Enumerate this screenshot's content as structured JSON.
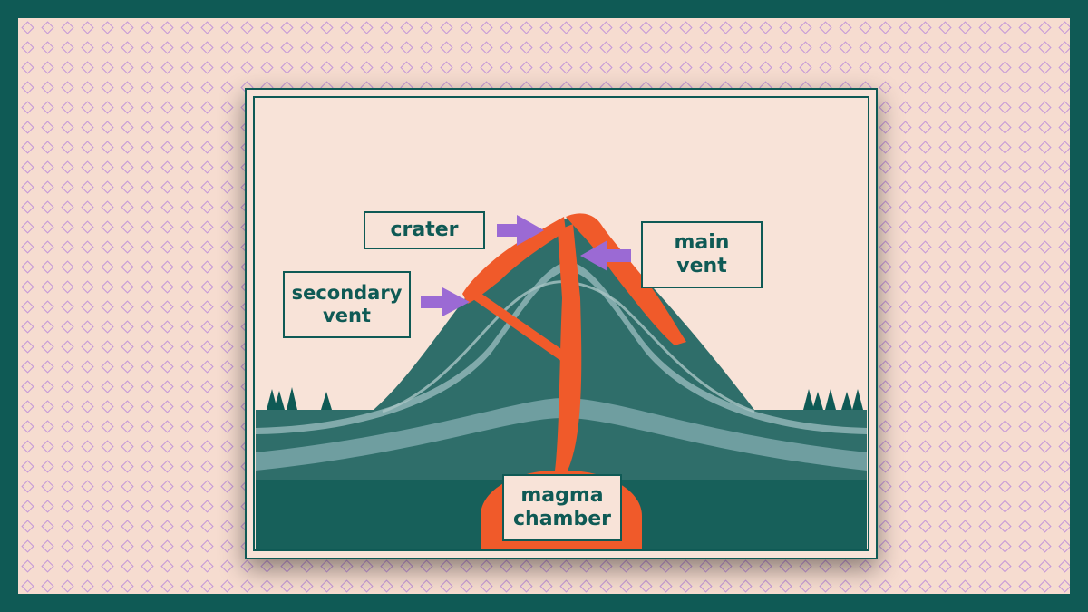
{
  "labels": {
    "crater": "crater",
    "main_vent_line1": "main",
    "main_vent_line2": "vent",
    "secondary_vent_line1": "secondary",
    "secondary_vent_line2": "vent",
    "magma_chamber_line1": "magma",
    "magma_chamber_line2": "chamber"
  },
  "colors": {
    "border": "#0f5a55",
    "background": "#f6dcd0",
    "pattern": "#c69ad8",
    "magma": "#f05a2a",
    "mountain": "#2f6e6a",
    "ground": "#17605a",
    "rock_band": "#6f9ea0",
    "arrow": "#9b6ad4"
  }
}
